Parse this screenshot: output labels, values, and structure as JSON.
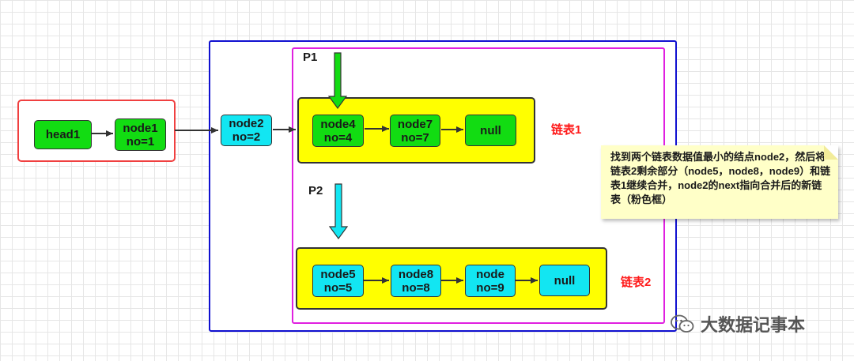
{
  "diagram": {
    "left_group": {
      "head": "head1",
      "node1_name": "node1",
      "node1_no": "no=1"
    },
    "node2": {
      "name": "node2",
      "no": "no=2"
    },
    "p1_label": "P1",
    "p2_label": "P2",
    "list1": {
      "label": "链表1",
      "nodes": [
        {
          "name": "node4",
          "no": "no=4"
        },
        {
          "name": "node7",
          "no": "no=7"
        },
        {
          "name": "null"
        }
      ]
    },
    "list2": {
      "label": "链表2",
      "nodes": [
        {
          "name": "node5",
          "no": "no=5"
        },
        {
          "name": "node8",
          "no": "no=8"
        },
        {
          "name": "node",
          "no": "no=9"
        },
        {
          "name": "null"
        }
      ]
    },
    "note_text": "找到两个链表数据值最小的结点node2，然后将链表2剩余部分（node5，node8，node9）和链表1继续合并，node2的next指向合并后的新链表（粉色框）",
    "watermark": "大数据记事本"
  },
  "colors": {
    "red_frame": "#f04040",
    "blue_frame": "#1010d0",
    "pink_frame": "#e020e0",
    "green_node": "#12dc12",
    "cyan_node": "#12e6f2",
    "yellow_list": "#ffff00",
    "note_bg": "#ffffc8",
    "red_text": "#ff1a1a"
  },
  "icons": {
    "watermark_icon": "wechat-icon"
  }
}
